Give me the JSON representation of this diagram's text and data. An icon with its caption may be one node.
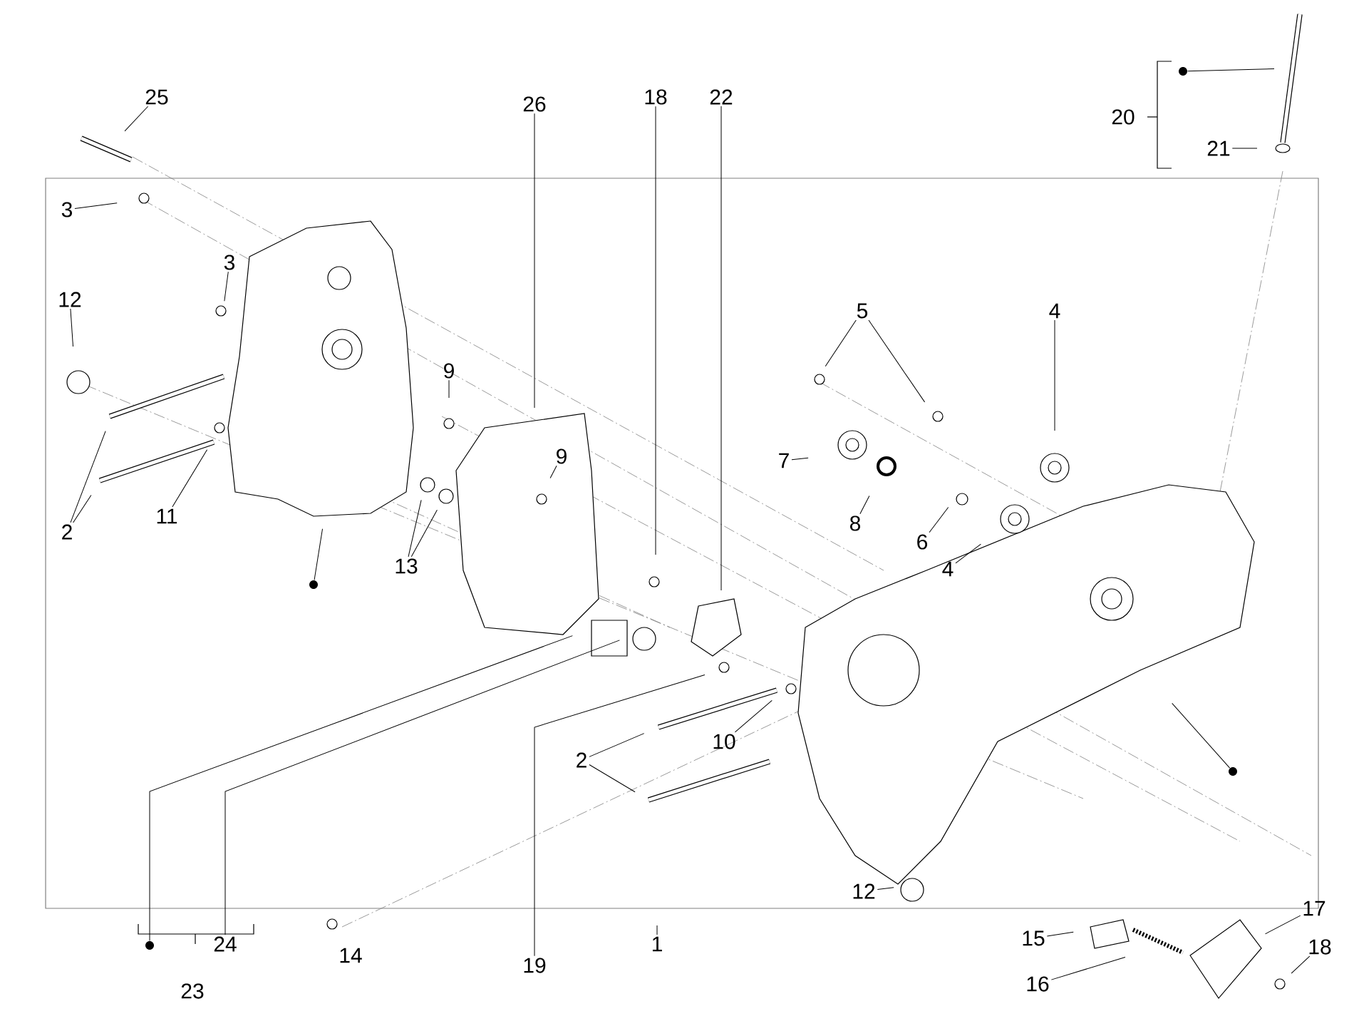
{
  "diagram": {
    "nodes": [
      {
        "text": [
          "25"
        ]
      },
      {
        "text": [
          "3"
        ]
      },
      {
        "text": [
          "3"
        ]
      },
      {
        "text": [
          "12"
        ]
      },
      {
        "text": [
          "2"
        ]
      },
      {
        "text": [
          "11"
        ]
      },
      {
        "text": [
          "9"
        ]
      },
      {
        "text": [
          "9"
        ]
      },
      {
        "text": [
          "26"
        ]
      },
      {
        "text": [
          "13"
        ]
      },
      {
        "text": [
          "18"
        ]
      },
      {
        "text": [
          "22"
        ]
      },
      {
        "text": [
          "5"
        ]
      },
      {
        "text": [
          "4"
        ]
      },
      {
        "text": [
          "7"
        ]
      },
      {
        "text": [
          "8"
        ]
      },
      {
        "text": [
          "6"
        ]
      },
      {
        "text": [
          "4"
        ]
      },
      {
        "text": [
          "2"
        ]
      },
      {
        "text": [
          "10"
        ]
      },
      {
        "text": [
          "12"
        ]
      },
      {
        "text": [
          "1"
        ]
      },
      {
        "text": [
          "14"
        ]
      },
      {
        "text": [
          "19"
        ]
      },
      {
        "text": [
          "24"
        ]
      },
      {
        "text": [
          "23"
        ]
      },
      {
        "text": [
          "15"
        ]
      },
      {
        "text": [
          "16"
        ]
      },
      {
        "text": [
          "17"
        ]
      },
      {
        "text": [
          "18"
        ]
      },
      {
        "text": [
          "20"
        ]
      },
      {
        "text": [
          "21"
        ]
      },
      {
        "text": [],
        "shape": "circle"
      },
      {
        "text": [],
        "shape": "circle"
      },
      {
        "text": [],
        "shape": "circle"
      },
      {
        "text": [],
        "shape": "circle"
      }
    ],
    "edges": [
      {
        "from": 0,
        "to": null,
        "arrow": "none"
      },
      {
        "from": 1,
        "to": null,
        "arrow": "none"
      },
      {
        "from": 2,
        "to": null,
        "arrow": "none"
      },
      {
        "from": 3,
        "to": null,
        "arrow": "none"
      },
      {
        "from": 4,
        "to": null,
        "arrow": "none"
      },
      {
        "from": 4,
        "to": null,
        "arrow": "none"
      },
      {
        "from": 5,
        "to": null,
        "arrow": "none"
      },
      {
        "from": 6,
        "to": null,
        "arrow": "none"
      },
      {
        "from": 7,
        "to": null,
        "arrow": "none"
      },
      {
        "from": 8,
        "to": null,
        "arrow": "none"
      },
      {
        "from": 9,
        "to": null,
        "arrow": "none"
      },
      {
        "from": 9,
        "to": null,
        "arrow": "none"
      },
      {
        "from": 10,
        "to": null,
        "arrow": "none"
      },
      {
        "from": 11,
        "to": null,
        "arrow": "none"
      },
      {
        "from": 12,
        "to": null,
        "arrow": "none"
      },
      {
        "from": 12,
        "to": null,
        "arrow": "none"
      },
      {
        "from": 13,
        "to": null,
        "arrow": "none"
      },
      {
        "from": 14,
        "to": null,
        "arrow": "none"
      },
      {
        "from": 15,
        "to": null,
        "arrow": "none"
      },
      {
        "from": 16,
        "to": null,
        "arrow": "none"
      },
      {
        "from": 17,
        "to": null,
        "arrow": "none"
      },
      {
        "from": 18,
        "to": null,
        "arrow": "none"
      },
      {
        "from": 18,
        "to": null,
        "arrow": "none"
      },
      {
        "from": 19,
        "to": null,
        "arrow": "none"
      },
      {
        "from": 20,
        "to": null,
        "arrow": "none"
      },
      {
        "from": 21,
        "to": null,
        "arrow": "none"
      },
      {
        "from": 23,
        "to": null,
        "arrow": "none"
      },
      {
        "from": 24,
        "to": null,
        "arrow": "none"
      },
      {
        "from": 26,
        "to": null,
        "arrow": "none"
      },
      {
        "from": 27,
        "to": null,
        "arrow": "none"
      },
      {
        "from": 28,
        "to": null,
        "arrow": "none"
      },
      {
        "from": 29,
        "to": null,
        "arrow": "none"
      },
      {
        "from": 31,
        "to": null,
        "arrow": "none"
      },
      {
        "from": 32,
        "to": null,
        "arrow": "none"
      },
      {
        "from": 33,
        "to": null,
        "arrow": "none"
      },
      {
        "from": 34,
        "to": null,
        "arrow": "none"
      },
      {
        "from": 35,
        "to": null,
        "arrow": "none"
      }
    ]
  }
}
